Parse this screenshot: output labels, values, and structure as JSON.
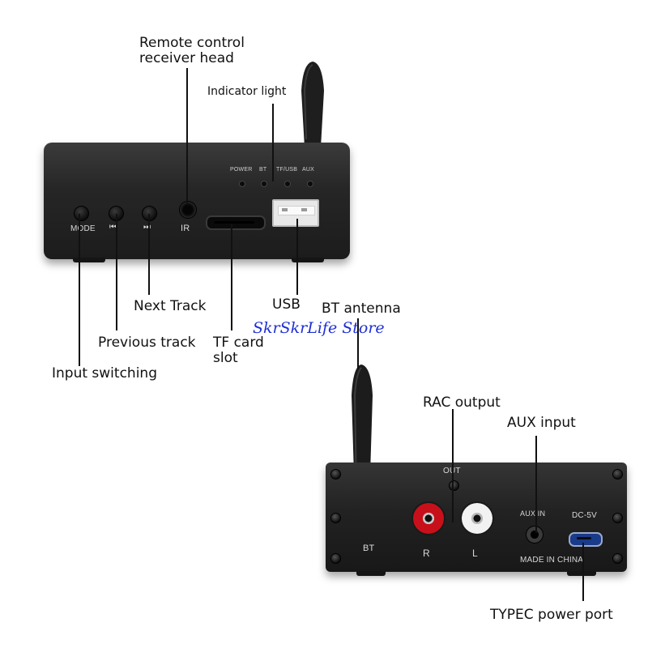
{
  "callouts": {
    "remote_line1": "Remote control",
    "remote_line2": "receiver head",
    "indicator": "Indicator light",
    "next_track": "Next Track",
    "usb": "USB",
    "bt_antenna": "BT antenna",
    "previous_track": "Previous track",
    "tf_line1": "TF card",
    "tf_line2": "slot",
    "input_switching": "Input switching",
    "rac_output": "RAC output",
    "aux_input": "AUX input",
    "typec_power": "TYPEC power port"
  },
  "watermark": "SkrSkrLife Store",
  "front_panel": {
    "mode": "MODE",
    "prev_symbol": "⏮",
    "next_symbol": "⏭",
    "ir": "IR",
    "led_labels": [
      "POWER",
      "BT",
      "TF/USB",
      "AUX"
    ]
  },
  "rear_panel": {
    "out": "OUT",
    "bt": "BT",
    "r": "R",
    "l": "L",
    "aux_in": "AUX IN",
    "dc": "DC-5V",
    "made_in": "MADE IN CHINA"
  },
  "colors": {
    "watermark": "#1f2fd6",
    "rca_red": "#c8101a",
    "rca_white": "#f2f2f2",
    "antenna_gold": "#c9a24a"
  }
}
